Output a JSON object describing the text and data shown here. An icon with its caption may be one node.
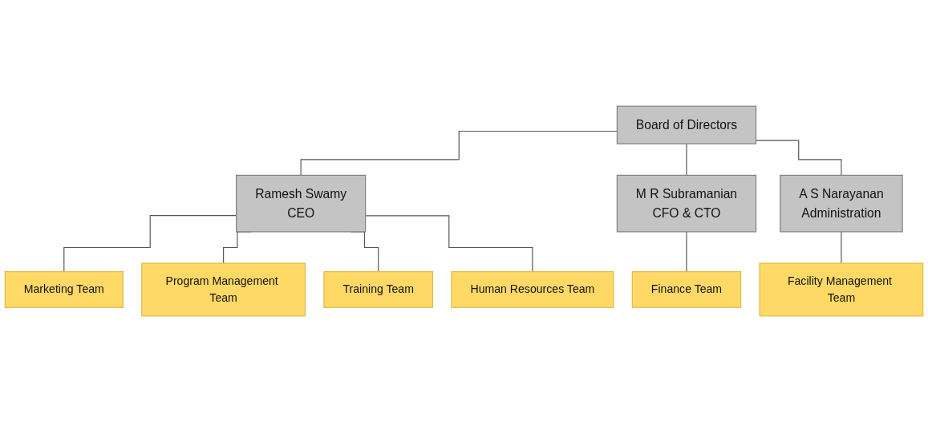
{
  "diagram": {
    "nodes": [
      {
        "text": [
          "Board of Directors"
        ]
      },
      {
        "text": [
          "Ramesh Swamy",
          "CEO"
        ]
      },
      {
        "text": [
          "M R Subramanian",
          "CFO & CTO"
        ]
      },
      {
        "text": [
          "A S Narayanan",
          "Administration"
        ]
      },
      {
        "text": [
          "Marketing Team"
        ]
      },
      {
        "text": [
          "Program Management Team"
        ]
      },
      {
        "text": [
          "Training Team"
        ]
      },
      {
        "text": [
          "Human Resources Team"
        ]
      },
      {
        "text": [
          "Finance Team"
        ]
      },
      {
        "text": [
          "Facility Management Team"
        ]
      }
    ],
    "edges": [
      {
        "from": 0,
        "to": 1,
        "arrow": "none"
      },
      {
        "from": 0,
        "to": 2,
        "arrow": "none"
      },
      {
        "from": 0,
        "to": 3,
        "arrow": "none"
      },
      {
        "from": 1,
        "to": 4,
        "arrow": "none"
      },
      {
        "from": 1,
        "to": 5,
        "arrow": "none"
      },
      {
        "from": 1,
        "to": 6,
        "arrow": "none"
      },
      {
        "from": 1,
        "to": 7,
        "arrow": "none"
      },
      {
        "from": 2,
        "to": 8,
        "arrow": "none"
      },
      {
        "from": 3,
        "to": 9,
        "arrow": "none"
      }
    ]
  }
}
